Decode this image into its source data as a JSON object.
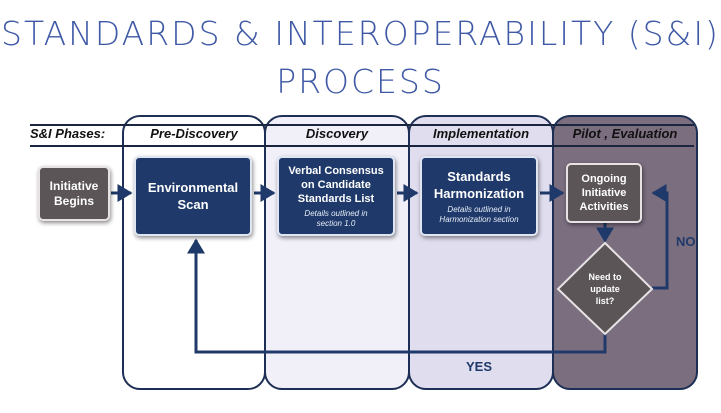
{
  "title": {
    "line1": "STANDARDS & INTEROPERABILITY (S&I)",
    "line2": "PROCESS"
  },
  "phases": {
    "label": "S&I Phases:",
    "items": [
      {
        "name": "Pre-Discovery"
      },
      {
        "name": "Discovery"
      },
      {
        "name": "Implementation"
      },
      {
        "name": "Pilot , Evaluation"
      }
    ]
  },
  "nodes": {
    "initiative_begins": "Initiative Begins",
    "environmental_scan": "Environmental Scan",
    "verbal_consensus": {
      "title": "Verbal Consensus on Candidate Standards List",
      "detail": "Details outlined in section 1.0"
    },
    "standards_harmonization": {
      "title": "Standards Harmonization",
      "detail": "Details outlined in Harmonization section"
    },
    "ongoing_activities": "Ongoing Initiative Activities",
    "decision": "Need to update list?"
  },
  "edges": {
    "yes": "YES",
    "no": "NO"
  },
  "colors": {
    "title": "#3f59a6",
    "navy": "#1f3a6a",
    "gray": "#5b5558",
    "discovery_bg": "#f1eff8",
    "implementation_bg": "#dfddee",
    "pilot_bg": "#7b6e7f"
  }
}
